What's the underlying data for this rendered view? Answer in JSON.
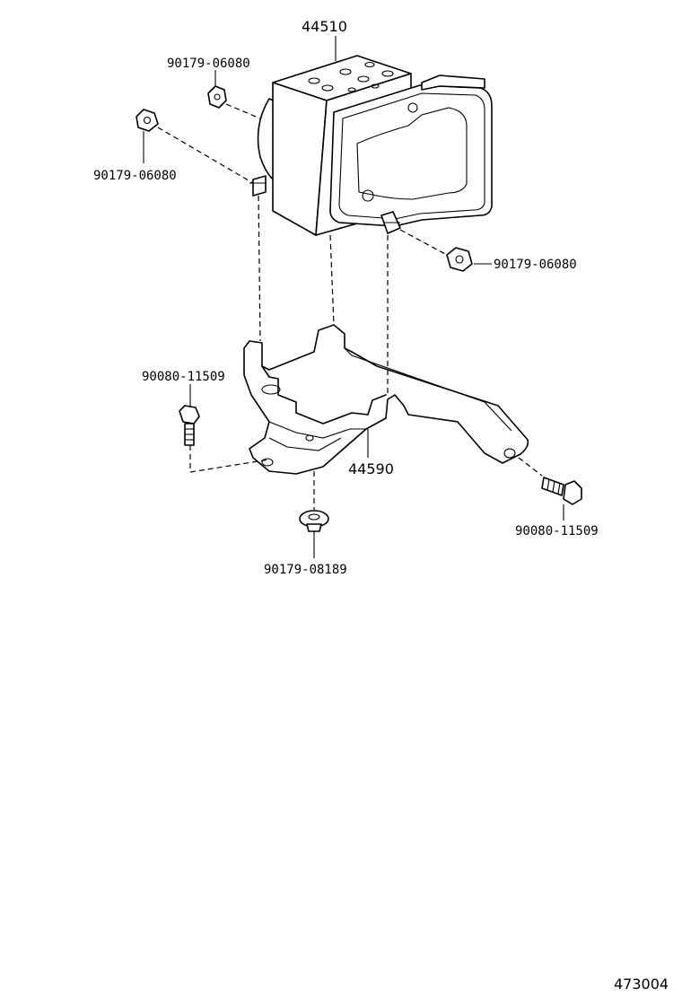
{
  "diagram": {
    "part_labels": {
      "actuator": "44510",
      "bracket": "44590",
      "nut_top_center": "90179-06080",
      "nut_top_left": "90179-06080",
      "nut_right": "90179-06080",
      "bolt_left": "90080-11509",
      "bolt_right": "90080-11509",
      "grommet_bottom": "90179-08189"
    },
    "figure_number": "473004"
  }
}
